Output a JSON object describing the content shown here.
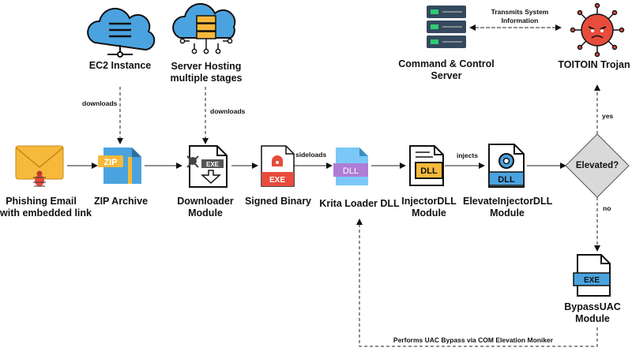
{
  "nodes": {
    "ec2": "EC2 Instance",
    "server_hosting": [
      "Server Hosting",
      "multiple stages"
    ],
    "phishing": [
      "Phishing Email",
      "with embedded link"
    ],
    "zip": "ZIP Archive",
    "downloader": [
      "Downloader",
      "Module"
    ],
    "signed": "Signed Binary",
    "krita": "Krita Loader DLL",
    "injector": [
      "InjectorDLL",
      "Module"
    ],
    "elevate": [
      "ElevateInjectorDLL",
      "Module"
    ],
    "elevated": "Elevated?",
    "bypass": [
      "BypassUAC",
      "Module"
    ],
    "c2": [
      "Command & Control",
      "Server"
    ],
    "trojan": "TOITOIN Trojan"
  },
  "edges": {
    "downloads1": "downloads",
    "downloads2": "downloads",
    "sideloads": "sideloads",
    "injects": "injects",
    "yes": "yes",
    "no": "no",
    "transmits": [
      "Transmits System",
      "Information"
    ],
    "uac": "Performs UAC Bypass via COM Elevation Moniker"
  },
  "icon_text": {
    "zip": "ZIP",
    "exe": "EXE",
    "dll": "DLL"
  }
}
